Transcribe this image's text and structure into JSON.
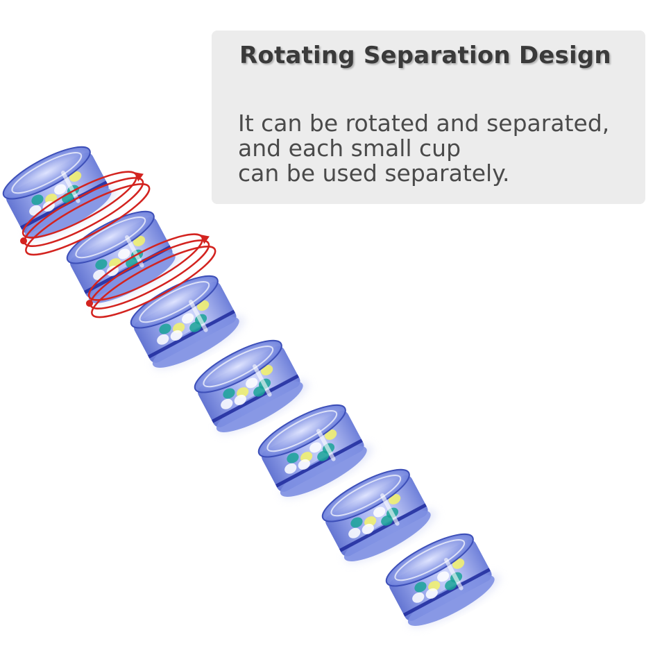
{
  "caption": {
    "title": "Rotating Separation Design",
    "lines": [
      "It can be rotated and separated,",
      "and each small cup",
      "can be used separately."
    ]
  },
  "product": {
    "cup_count": 7,
    "cup_color": "#7b8fe0",
    "cup_band_color": "#1f2a9c",
    "pill_colors": [
      "#1aa398",
      "#f4f36a",
      "#ffffff"
    ],
    "rotation_arrow_color": "#d3231f"
  }
}
